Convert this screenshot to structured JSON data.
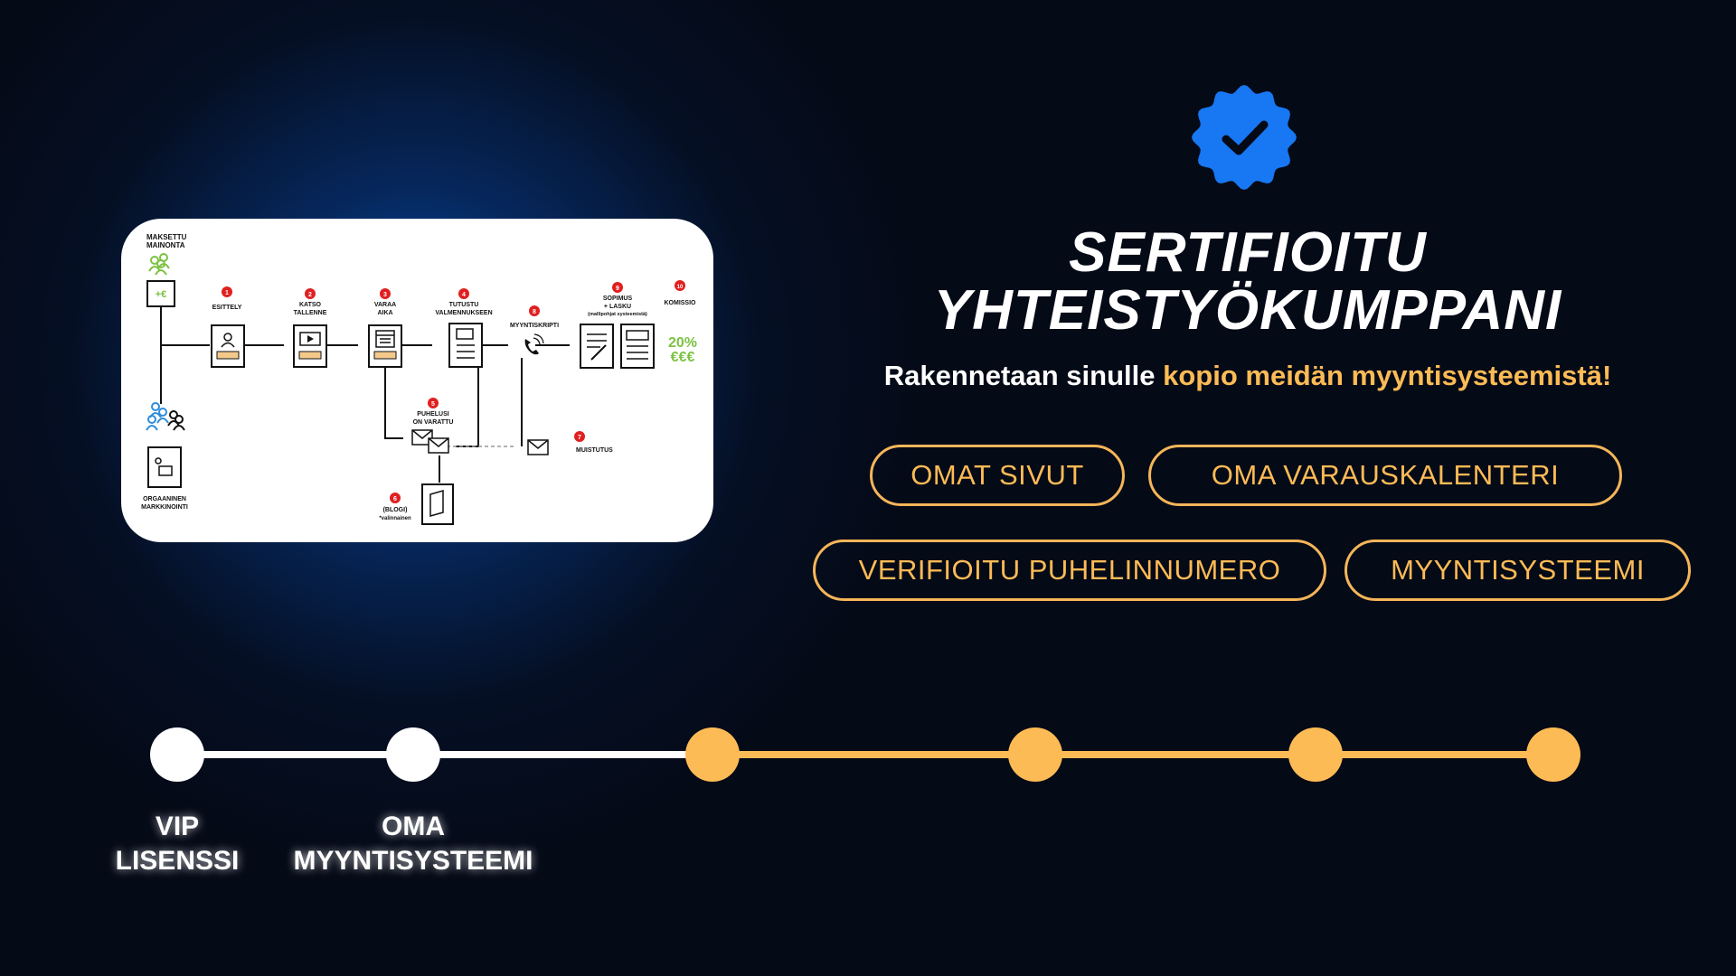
{
  "title_line1": "SERTIFIOITU",
  "title_line2": "YHTEISTYÖKUMPPANI",
  "subtitle": {
    "prefix": "Rakennetaan sinulle ",
    "highlight": "kopio meidän myyntisysteemistä!"
  },
  "features": [
    "OMAT SIVUT",
    "OMA VARAUSKALENTERI",
    "VERIFIOITU PUHELINNUMERO",
    "MYYNTISYSTEEMI"
  ],
  "timeline": {
    "labels": [
      {
        "line1": "VIP",
        "line2": "LISENSSI"
      },
      {
        "line1": "OMA",
        "line2": "MYYNTISYSTEEMI"
      }
    ]
  },
  "diagram": {
    "paid_ads": {
      "line1": "MAKSETTU",
      "line2": "MAINONTA"
    },
    "paid_box": "+€",
    "organic": {
      "line1": "ORGAANINEN",
      "line2": "MARKKINOINTI"
    },
    "steps": {
      "n1": "1",
      "s1": "ESITTELY",
      "n2": "2",
      "s2a": "KATSO",
      "s2b": "TALLENNE",
      "n3": "3",
      "s3a": "VARAA",
      "s3b": "AIKA",
      "n4": "4",
      "s4a": "TUTUSTU",
      "s4b": "VALMENNUKSEEN",
      "n5": "5",
      "s5a": "PUHELUSI",
      "s5b": "ON VARATTU",
      "n6": "6",
      "s6a": "(BLOGI)",
      "s6b": "*valinnainen",
      "n7": "7",
      "s7": "MUISTUTUS",
      "n8": "8",
      "s8": "MYYNTISKRIPTI",
      "n9": "9",
      "s9a": "SOPIMUS",
      "s9b": "+ LASKU",
      "s9c": "(mallipohjat systeemistä)",
      "n10": "10",
      "s10": "KOMISSIO"
    },
    "commission": {
      "pct": "20%",
      "money": "€€€"
    }
  },
  "colors": {
    "background": "#050a17",
    "accent": "#fdbb55",
    "badge": "#1877f2",
    "step_number": "#e02020",
    "paid_green": "#7cc242",
    "organic_blue": "#2e8ddb"
  },
  "icons": [
    "verified-badge-icon",
    "checkmark-icon",
    "people-icon",
    "person-icon",
    "video-icon",
    "calendar-icon",
    "document-icon",
    "envelope-icon",
    "phone-icon",
    "invoice-icon"
  ]
}
